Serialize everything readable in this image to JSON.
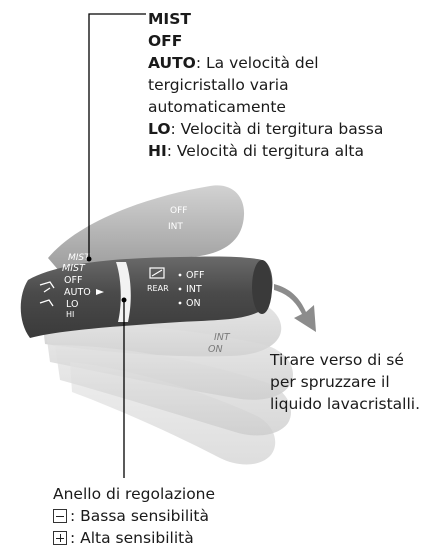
{
  "callout_top": {
    "mist": "MIST",
    "off": "OFF",
    "auto_key": "AUTO",
    "auto_desc_1": ": La velocità del",
    "auto_desc_2": "tergicristallo varia",
    "auto_desc_3": "automaticamente",
    "lo_key": "LO",
    "lo_desc": ": Velocità di tergitura bassa",
    "hi_key": "HI",
    "hi_desc": ": Velocità di tergitura alta"
  },
  "side_note": {
    "line1": "Tirare verso di sé",
    "line2": "per spruzzare il",
    "line3": "liquido lavacristalli."
  },
  "ring": {
    "title": "Anello di regolazione",
    "minus_desc": ": Bassa sensibilità",
    "plus_desc": ": Alta sensibilità"
  },
  "lever_labels": {
    "mist": "MIST",
    "off": "OFF",
    "auto": "AUTO",
    "lo": "LO",
    "hi": "HI",
    "rear": "REAR",
    "int": "INT",
    "on": "ON",
    "off_right": "OFF",
    "back_off": "OFF",
    "back_int": "INT",
    "back_mist": "MIST",
    "ghost_int": "INT",
    "ghost_on": "ON"
  },
  "colors": {
    "lever_dark": "#4a4a4a",
    "lever_light": "#b5b5b5",
    "ghost": "#cfcfcf",
    "arrow": "#8c8c8c",
    "leader": "#000000"
  }
}
